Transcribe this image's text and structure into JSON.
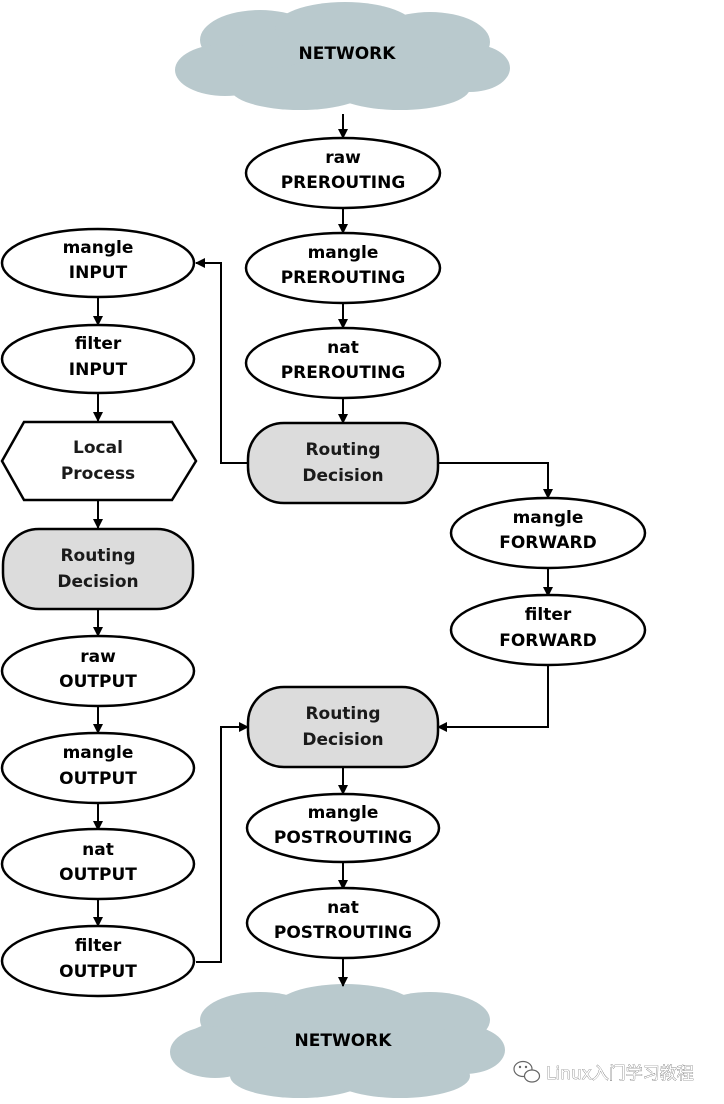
{
  "network_top": {
    "label": "NETWORK"
  },
  "network_bottom": {
    "label": "NETWORK"
  },
  "prerouting": {
    "raw": {
      "table": "raw",
      "chain": "PREROUTING"
    },
    "mangle": {
      "table": "mangle",
      "chain": "PREROUTING"
    },
    "nat": {
      "table": "nat",
      "chain": "PREROUTING"
    }
  },
  "routing_decision_1": {
    "line1": "Routing",
    "line2": "Decision"
  },
  "input": {
    "mangle": {
      "table": "mangle",
      "chain": "INPUT"
    },
    "filter": {
      "table": "filter",
      "chain": "INPUT"
    }
  },
  "local_process": {
    "line1": "Local",
    "line2": "Process"
  },
  "routing_decision_2": {
    "line1": "Routing",
    "line2": "Decision"
  },
  "output": {
    "raw": {
      "table": "raw",
      "chain": "OUTPUT"
    },
    "mangle": {
      "table": "mangle",
      "chain": "OUTPUT"
    },
    "nat": {
      "table": "nat",
      "chain": "OUTPUT"
    },
    "filter": {
      "table": "filter",
      "chain": "OUTPUT"
    }
  },
  "forward": {
    "mangle": {
      "table": "mangle",
      "chain": "FORWARD"
    },
    "filter": {
      "table": "filter",
      "chain": "FORWARD"
    }
  },
  "routing_decision_3": {
    "line1": "Routing",
    "line2": "Decision"
  },
  "postrouting": {
    "mangle": {
      "table": "mangle",
      "chain": "POSTROUTING"
    },
    "nat": {
      "table": "nat",
      "chain": "POSTROUTING"
    }
  },
  "watermark": {
    "text": "Linux入门学习教程",
    "icon": "wechat-icon"
  },
  "colors": {
    "cloud": "#b9c9cd",
    "decision_fill": "#dcdcdc",
    "stroke": "#000000"
  }
}
